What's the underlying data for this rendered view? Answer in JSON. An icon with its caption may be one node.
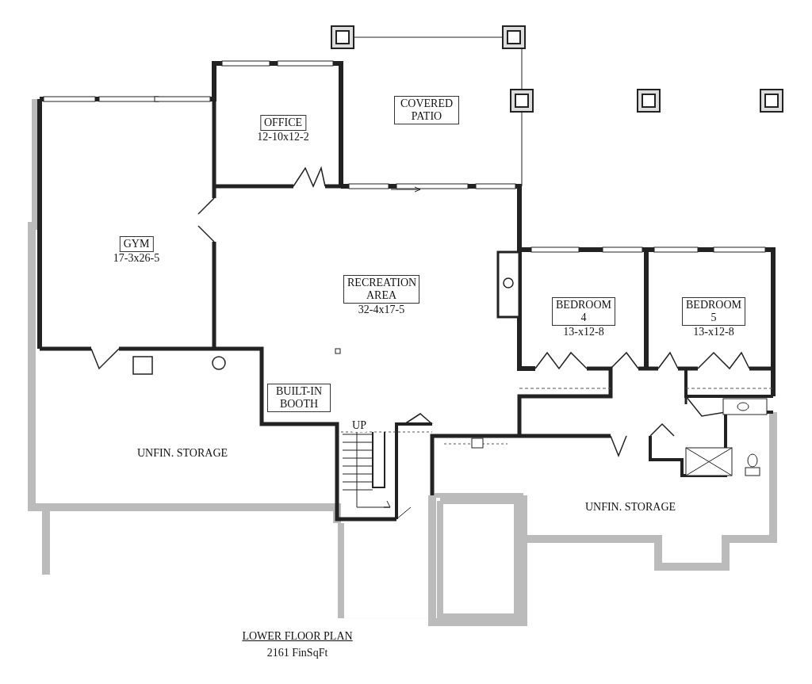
{
  "diagram": {
    "title": "LOWER FLOOR PLAN",
    "caption": "2161 FinSqFt",
    "nodes": [
      {
        "text": [
          "OFFICE",
          "12-10x12-2"
        ]
      },
      {
        "text": [
          "COVERED PATIO"
        ]
      },
      {
        "text": [
          "GYM",
          "17-3x26-5"
        ]
      },
      {
        "text": [
          "RECREATION AREA",
          "32-4x17-5"
        ]
      },
      {
        "text": [
          "BEDROOM 4",
          "13-x12-8"
        ]
      },
      {
        "text": [
          "BEDROOM 5",
          "13-x12-8"
        ]
      },
      {
        "text": [
          "BUILT-IN BOOTH"
        ]
      },
      {
        "text": [
          "UNFIN. STORAGE"
        ]
      },
      {
        "text": [
          "UNFIN. STORAGE"
        ]
      }
    ],
    "edges": [],
    "labels": [
      "UP"
    ]
  }
}
